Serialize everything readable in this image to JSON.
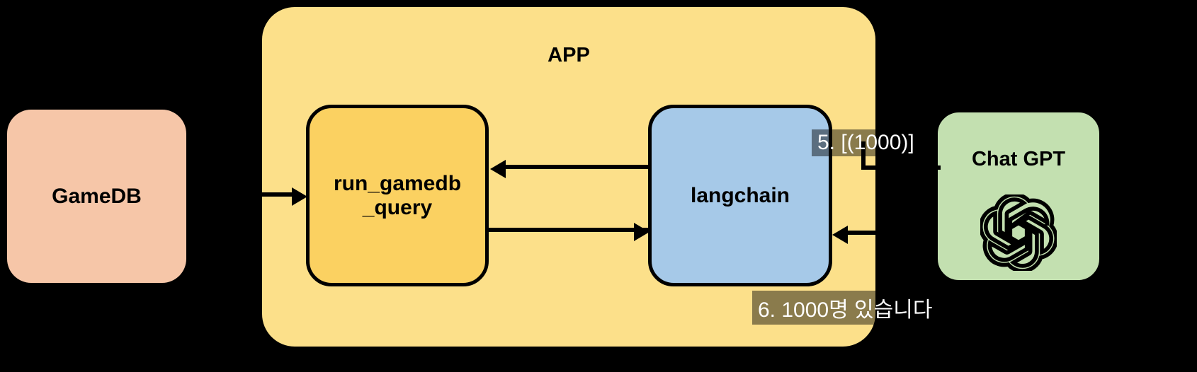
{
  "diagram": {
    "title": "APP",
    "background_color": "#000000",
    "nodes": [
      {
        "id": "gamedb",
        "label": "GameDB",
        "color": "#f6c6a8"
      },
      {
        "id": "app",
        "label": "APP",
        "color": "#fce08a"
      },
      {
        "id": "run_gamedb_query",
        "label": "run_gamedb\n_query",
        "color": "#fbd161"
      },
      {
        "id": "langchain",
        "label": "langchain",
        "color": "#a6c9e8"
      },
      {
        "id": "chatgpt",
        "label": "Chat GPT",
        "color": "#c3e0b0",
        "icon": "openai-logo-icon"
      }
    ],
    "edge_labels": [
      {
        "id": "step5",
        "text": "5. [(1000)]"
      },
      {
        "id": "step6",
        "text": "6. 1000명 있습니다"
      }
    ],
    "edges": [
      {
        "from": "gamedb",
        "to": "run_gamedb_query",
        "direction": "right"
      },
      {
        "from": "langchain",
        "to": "run_gamedb_query",
        "direction": "left"
      },
      {
        "from": "run_gamedb_query",
        "to": "langchain",
        "direction": "right"
      },
      {
        "from": "chatgpt",
        "to": "langchain",
        "direction": "left"
      }
    ]
  }
}
